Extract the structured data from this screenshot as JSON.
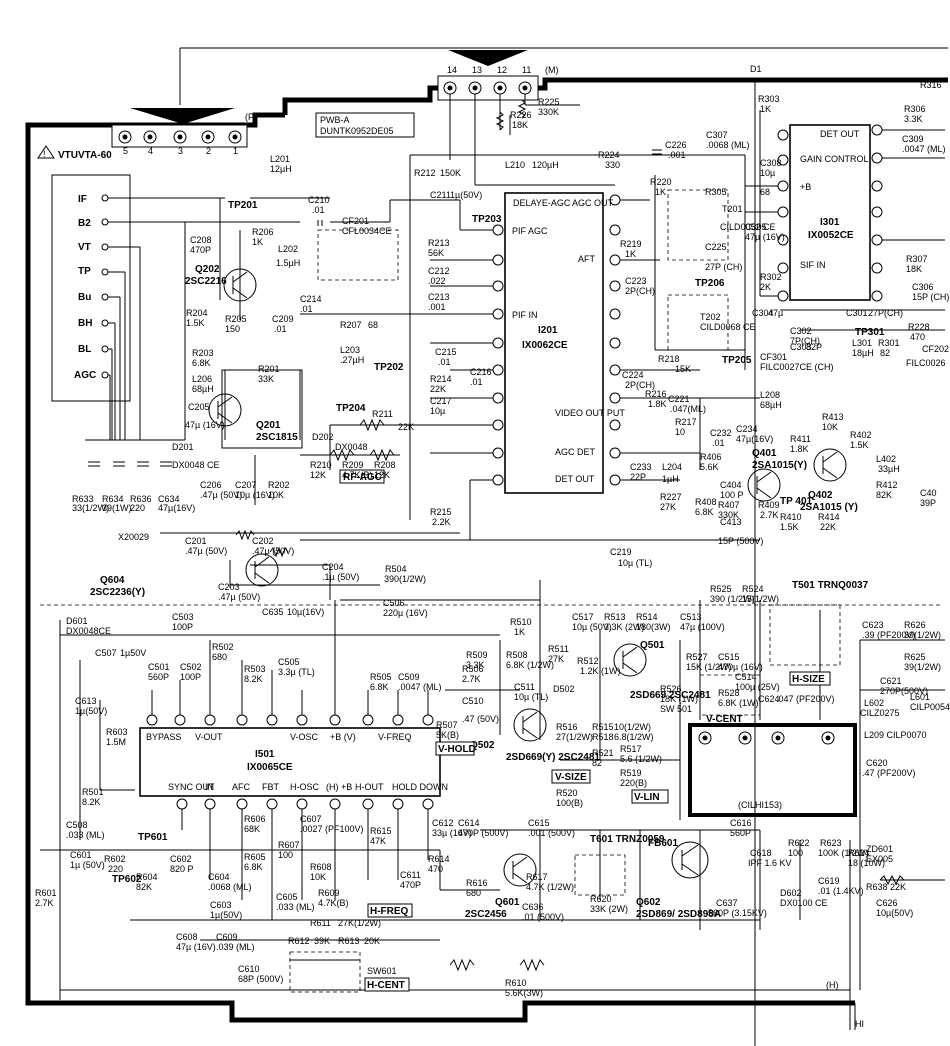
{
  "headers": {
    "p": {
      "pins": [
        "5",
        "4",
        "3",
        "2",
        "1"
      ],
      "tag": "(P)"
    },
    "m": {
      "pins": [
        "14",
        "13",
        "12",
        "11"
      ],
      "tag": "(M)"
    }
  },
  "board": {
    "title": "PWB-A",
    "part": "DUNTK0952DE05"
  },
  "tuner": {
    "model": "VTUVTA-60",
    "pins": [
      "IF",
      "B2",
      "VT",
      "TP",
      "Bu",
      "BH",
      "BL",
      "AGC"
    ]
  },
  "ics": {
    "i201": {
      "ref": "I201",
      "part": "IX0062CE",
      "top_left": "DELAYE-AGC",
      "top_right": "AGC OUT",
      "pif_agc": "PIF AGC",
      "aft": "AFT",
      "pif_in": "PIF IN",
      "video": "VIDEO OUT PUT",
      "agc_det": "AGC DET",
      "det_out": "DET OUT"
    },
    "i301": {
      "ref": "I301",
      "part": "IX0052CE",
      "det_out": "DET OUT",
      "gain": "GAIN CONTROL",
      "b": "+B",
      "sif": "SIF IN"
    },
    "i501": {
      "ref": "I501",
      "part": "IX0065CE",
      "bypass": "BYPASS",
      "vout": "V-OUT",
      "vosc": "V-OSC",
      "bv": "+B (V)",
      "vfreq": "V-FREQ",
      "sync": "SYNC OUT",
      "in": "IN",
      "afc": "AFC",
      "fbt": "FBT",
      "hosc": "H-OSC",
      "bh": "(H) +B",
      "hout": "H-OUT",
      "hold": "HOLD DOWN"
    }
  },
  "transistors": [
    {
      "ref": "Q202",
      "part": "2SC2216"
    },
    {
      "ref": "Q201",
      "part": "2SC1815"
    },
    {
      "ref": "Q401",
      "part": "2SA1015(Y)"
    },
    {
      "ref": "Q402",
      "part": "2SA1015 (Y)"
    },
    {
      "ref": "Q604",
      "part": "2SC2236(Y)"
    },
    {
      "ref": "Q501",
      "part": "2SD669 2SC2481"
    },
    {
      "ref": "Q502",
      "part": "2SD669(Y) 2SC2481"
    },
    {
      "ref": "Q601",
      "part": "2SC2456"
    },
    {
      "ref": "Q602",
      "part": "2SD869/ 2SD898A"
    }
  ],
  "labels": {
    "rf_agc": "RF-AGC",
    "v_size": "V-SIZE",
    "v_lin": "V-LIN",
    "v_hold": "V-HOLD",
    "h_freq": "H-FREQ",
    "h_cent": "H-CENT",
    "h_size": "H-SIZE",
    "v_cent": "V-CENT",
    "sw601": "SW601",
    "sw501": "SW 501",
    "t501": "T501 TRNQ0037",
    "t601": "T601 TRNZ0059",
    "cilh": "(CILHI153)",
    "fb601": "FB601",
    "l209": "L209 CILP0070",
    "tp201": "TP201",
    "tp202": "TP202",
    "tp203": "TP203",
    "tp204": "TP204",
    "tp205": "TP205",
    "tp206": "TP206",
    "tp301": "TP301",
    "tp401": "TP 401",
    "tp601": "TP601",
    "tp602": "TP602",
    "x20029": "X20029",
    "d1": "D1",
    "h_net": "(H)",
    "hi": "HI"
  },
  "parts": [
    {
      "ref": "R225",
      "val": "330K"
    },
    {
      "ref": "R226",
      "val": "18K"
    },
    {
      "ref": "R224",
      "val": "330"
    },
    {
      "ref": "L201",
      "val": "12µH"
    },
    {
      "ref": "C210",
      "val": ".01"
    },
    {
      "ref": "CF201",
      "val": "CFL0034CE"
    },
    {
      "ref": "C208",
      "val": "470P"
    },
    {
      "ref": "R206",
      "val": "1K"
    },
    {
      "ref": "L202",
      "val": "1.5µH"
    },
    {
      "ref": "R204",
      "val": "1.5K"
    },
    {
      "ref": "R205",
      "val": "150"
    },
    {
      "ref": "C209",
      "val": ".01"
    },
    {
      "ref": "R203",
      "val": "6.8K"
    },
    {
      "ref": "L206",
      "val": "68µH"
    },
    {
      "ref": "R201",
      "val": "33K"
    },
    {
      "ref": "C205",
      "val": "47µ (16V)"
    },
    {
      "ref": "D201",
      "val": "DX0048 CE"
    },
    {
      "ref": "C206",
      "val": ".47µ (50V)"
    },
    {
      "ref": "C207",
      "val": "10µ (16V)"
    },
    {
      "ref": "R202",
      "val": "10K"
    },
    {
      "ref": "R212",
      "val": "150K"
    },
    {
      "ref": "C211",
      "val": "1µ(50V)"
    },
    {
      "ref": "R213",
      "val": "56K"
    },
    {
      "ref": "C212",
      "val": ".022"
    },
    {
      "ref": "C213",
      "val": ".001"
    },
    {
      "ref": "R207",
      "val": "68"
    },
    {
      "ref": "C214",
      "val": ".01"
    },
    {
      "ref": "L203",
      "val": ".27µH"
    },
    {
      "ref": "C215",
      "val": ".01"
    },
    {
      "ref": "C216",
      "val": ".01"
    },
    {
      "ref": "R214",
      "val": "22K"
    },
    {
      "ref": "C217",
      "val": "10µ"
    },
    {
      "ref": "R211",
      "val": "22K"
    },
    {
      "ref": "D202",
      "val": "DX0048"
    },
    {
      "ref": "R210",
      "val": "12K"
    },
    {
      "ref": "R209",
      "val": "4.7K(B)"
    },
    {
      "ref": "R208",
      "val": "12K"
    },
    {
      "ref": "R215",
      "val": "2.2K"
    },
    {
      "ref": "L210",
      "val": "120µH"
    },
    {
      "ref": "C226",
      "val": ".001"
    },
    {
      "ref": "R220",
      "val": "1K"
    },
    {
      "ref": "R219",
      "val": "1K"
    },
    {
      "ref": "T201",
      "val": "CILD0052 CE"
    },
    {
      "ref": "C225",
      "val": "27P (CH)"
    },
    {
      "ref": "C223",
      "val": "2P(CH)"
    },
    {
      "ref": "T202",
      "val": "CILD0068 CE"
    },
    {
      "ref": "R218",
      "val": "15K"
    },
    {
      "ref": "C224",
      "val": "2P(CH)"
    },
    {
      "ref": "R216",
      "val": "1.8K"
    },
    {
      "ref": "C221",
      "val": ".047(ML)"
    },
    {
      "ref": "R217",
      "val": "10"
    },
    {
      "ref": "C232",
      "val": ".01"
    },
    {
      "ref": "L208",
      "val": "68µH"
    },
    {
      "ref": "C234",
      "val": "47µ(16V)"
    },
    {
      "ref": "C233",
      "val": "22P"
    },
    {
      "ref": "L204",
      "val": "1µH"
    },
    {
      "ref": "R406",
      "val": "5.6K"
    },
    {
      "ref": "C219",
      "val": "10µ (TL)"
    },
    {
      "ref": "R227",
      "val": "27K"
    },
    {
      "ref": "R408",
      "val": "6.8K"
    },
    {
      "ref": "C404",
      "val": "100 P"
    },
    {
      "ref": "R407",
      "val": "330K"
    },
    {
      "ref": "R409",
      "val": "2.7K"
    },
    {
      "ref": "C413",
      "val": "15P (500V)"
    },
    {
      "ref": "R410",
      "val": "1.5K"
    },
    {
      "ref": "R414",
      "val": "22K"
    },
    {
      "ref": "R411",
      "val": "1.8K"
    },
    {
      "ref": "R413",
      "val": "10K"
    },
    {
      "ref": "R402",
      "val": "1.5K"
    },
    {
      "ref": "L402",
      "val": "33µH"
    },
    {
      "ref": "R412",
      "val": "82K"
    },
    {
      "ref": "R303",
      "val": "1K"
    },
    {
      "ref": "C307",
      "val": ".0068 (ML)"
    },
    {
      "ref": "C308",
      "val": "10µ"
    },
    {
      "ref": "R305",
      "val": "68"
    },
    {
      "ref": "C305",
      "val": "47µ (16V)"
    },
    {
      "ref": "R302",
      "val": "2K"
    },
    {
      "ref": "C304",
      "val": "47µ"
    },
    {
      "ref": "C302",
      "val": "7P(CH)"
    },
    {
      "ref": "C303",
      "val": "82P"
    },
    {
      "ref": "C301",
      "val": "27P(CH)"
    },
    {
      "ref": "L301",
      "val": "18µH"
    },
    {
      "ref": "R301",
      "val": "82"
    },
    {
      "ref": "CF301",
      "val": "FILC0027CE (CH)"
    },
    {
      "ref": "R306",
      "val": "3.3K"
    },
    {
      "ref": "C309",
      "val": ".0047 (ML)"
    },
    {
      "ref": "R316",
      "val": ""
    },
    {
      "ref": "R307",
      "val": "18K"
    },
    {
      "ref": "C306",
      "val": "15P (CH)"
    },
    {
      "ref": "R228",
      "val": "470"
    },
    {
      "ref": "CF202",
      "val": "FILC0026"
    },
    {
      "ref": "C201",
      "val": ".47µ (50V)"
    },
    {
      "ref": "C202",
      "val": ".47µ (50V)"
    },
    {
      "ref": "C203",
      "val": ".47µ (50V)"
    },
    {
      "ref": "C204",
      "val": ".1µ (50V)"
    },
    {
      "ref": "R633",
      "val": "33(1/2W)"
    },
    {
      "ref": "R634",
      "val": "39(1W)"
    },
    {
      "ref": "R636",
      "val": "220"
    },
    {
      "ref": "C634",
      "val": "47µ(16V)"
    },
    {
      "ref": "C635",
      "val": "10µ(16V)"
    },
    {
      "ref": "R504",
      "val": "390(1/2W)"
    },
    {
      "ref": "C506",
      "val": "220µ (16V)"
    },
    {
      "ref": "D601",
      "val": "DX0048CE"
    },
    {
      "ref": "C503",
      "val": "100P"
    },
    {
      "ref": "C507",
      "val": "1µ50V"
    },
    {
      "ref": "C501",
      "val": "560P"
    },
    {
      "ref": "C502",
      "val": "100P"
    },
    {
      "ref": "R502",
      "val": "680"
    },
    {
      "ref": "R503",
      "val": "8.2K"
    },
    {
      "ref": "C505",
      "val": "3.3µ (TL)"
    },
    {
      "ref": "R505",
      "val": "6.8K"
    },
    {
      "ref": "C509",
      "val": ".0047 (ML)"
    },
    {
      "ref": "R506",
      "val": "2.7K"
    },
    {
      "ref": "C510",
      "val": ".47 (50V)"
    },
    {
      "ref": "R507",
      "val": "5K(B)"
    },
    {
      "ref": "C613",
      "val": "1µ(50V)"
    },
    {
      "ref": "R603",
      "val": "1.5M"
    },
    {
      "ref": "R501",
      "val": "8.2K"
    },
    {
      "ref": "C508",
      "val": ".033 (ML)"
    },
    {
      "ref": "R509",
      "val": "3.3K"
    },
    {
      "ref": "R508",
      "val": "6.8K (1/2W)"
    },
    {
      "ref": "R510",
      "val": "1K"
    },
    {
      "ref": "C511",
      "val": "10µ (TL)"
    },
    {
      "ref": "R511",
      "val": "27K"
    },
    {
      "ref": "C517",
      "val": "10µ (50V)"
    },
    {
      "ref": "R513",
      "val": "3.3K (2W)"
    },
    {
      "ref": "R514",
      "val": "180(3W)"
    },
    {
      "ref": "R512",
      "val": "1.2K (1W)"
    },
    {
      "ref": "D502",
      "val": ""
    },
    {
      "ref": "R516",
      "val": "27(1/2W)"
    },
    {
      "ref": "R515",
      "val": "10(1/2W)"
    },
    {
      "ref": "R518",
      "val": "6.8(1/2W)"
    },
    {
      "ref": "R517",
      "val": "5.6 (1/2W)"
    },
    {
      "ref": "R520",
      "val": "100(B)"
    },
    {
      "ref": "R521",
      "val": "82"
    },
    {
      "ref": "R519",
      "val": "220(B)"
    },
    {
      "ref": "C513",
      "val": "47µ (100V)"
    },
    {
      "ref": "R525",
      "val": "390 (1/2W)"
    },
    {
      "ref": "R524",
      "val": "15(1/2W)"
    },
    {
      "ref": "R527",
      "val": "15K (1/2W)"
    },
    {
      "ref": "C515",
      "val": "470µ (16V)"
    },
    {
      "ref": "C514",
      "val": "100µ (25V)"
    },
    {
      "ref": "R526",
      "val": "18K (1W)"
    },
    {
      "ref": "R528",
      "val": "6.8K (1W)"
    },
    {
      "ref": "C624",
      "val": ".047 (PF200V)"
    },
    {
      "ref": "C623",
      "val": ".39 (PF200V)"
    },
    {
      "ref": "R626",
      "val": "39(1/2W)"
    },
    {
      "ref": "R625",
      "val": "39(1/2W)"
    },
    {
      "ref": "C621",
      "val": "270P(500V)"
    },
    {
      "ref": "L601",
      "val": "CILP0054"
    },
    {
      "ref": "L602",
      "val": "CILZ0275"
    },
    {
      "ref": "C620",
      "val": ".47 (PF200V)"
    },
    {
      "ref": "C616",
      "val": "560P"
    },
    {
      "ref": "C601",
      "val": "1µ (50V)"
    },
    {
      "ref": "R602",
      "val": "220"
    },
    {
      "ref": "R601",
      "val": "2.7K"
    },
    {
      "ref": "C602",
      "val": "820 P"
    },
    {
      "ref": "R604",
      "val": "82K"
    },
    {
      "ref": "R606",
      "val": "68K"
    },
    {
      "ref": "C604",
      "val": ".0068 (ML)"
    },
    {
      "ref": "R605",
      "val": "6.8K"
    },
    {
      "ref": "C603",
      "val": "1µ(50V)"
    },
    {
      "ref": "C605",
      "val": ".033 (ML)"
    },
    {
      "ref": "C607",
      "val": ".0027 (PF100V)"
    },
    {
      "ref": "R607",
      "val": "100"
    },
    {
      "ref": "R608",
      "val": "10K"
    },
    {
      "ref": "R609",
      "val": "4.7K(B)"
    },
    {
      "ref": "R615",
      "val": "47K"
    },
    {
      "ref": "C611",
      "val": "470P"
    },
    {
      "ref": "C612",
      "val": "33µ (16V)"
    },
    {
      "ref": "C614",
      "val": "470P (500V)"
    },
    {
      "ref": "R614",
      "val": "470"
    },
    {
      "ref": "R616",
      "val": "680"
    },
    {
      "ref": "C615",
      "val": ".001 (500V)"
    },
    {
      "ref": "R617",
      "val": "4.7K (1/2W)"
    },
    {
      "ref": "C636",
      "val": ".01 (500V)"
    },
    {
      "ref": "R620",
      "val": "33K (2W)"
    },
    {
      "ref": "C618",
      "val": "IPF 1.6 KV"
    },
    {
      "ref": "C637",
      "val": "560P (3.15KV)"
    },
    {
      "ref": "R622",
      "val": "100"
    },
    {
      "ref": "R623",
      "val": "100K (1/2W)"
    },
    {
      "ref": "R624",
      "val": "18 (10W)"
    },
    {
      "ref": "C619",
      "val": ".01 (1.4KV)"
    },
    {
      "ref": "D602",
      "val": "DX0100 CE"
    },
    {
      "ref": "C608",
      "val": "47µ (16V)"
    },
    {
      "ref": "C609",
      "val": ".039 (ML)"
    },
    {
      "ref": "C610",
      "val": "68P (500V)"
    },
    {
      "ref": "R612",
      "val": "39K"
    },
    {
      "ref": "R613",
      "val": "20K"
    },
    {
      "ref": "R611",
      "val": "27K(1/2W)"
    },
    {
      "ref": "R610",
      "val": "5.6K(3W)"
    },
    {
      "ref": "R638",
      "val": "22K"
    },
    {
      "ref": "ZD601",
      "val": "EX005"
    },
    {
      "ref": "C626",
      "val": "10µ(50V)"
    },
    {
      "ref": "C40",
      "val": "39P"
    }
  ]
}
